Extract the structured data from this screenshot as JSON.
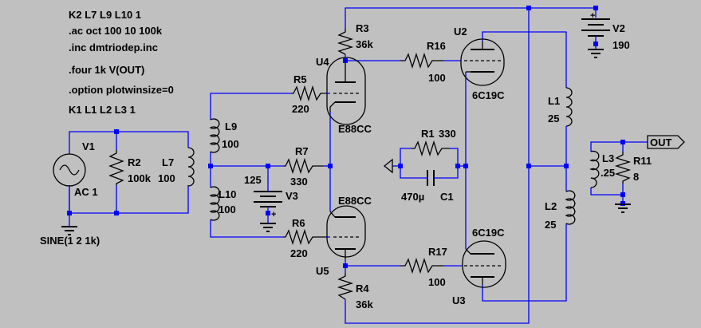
{
  "directives": {
    "k2": "K2 L7 L9 L10 1",
    "ac": ".ac oct 100 10 100k",
    "inc": ".inc dmtriodep.inc",
    "four": ".four 1k V(OUT)",
    "option": ".option plotwinsize=0",
    "k1": "K1 L1 L2 L3 1"
  },
  "components": {
    "v1": {
      "name": "V1",
      "value": "AC 1",
      "source": "SINE(1 2 1k)"
    },
    "r2": {
      "name": "R2",
      "value": "100k"
    },
    "l7": {
      "name": "L7",
      "value": "100"
    },
    "l9": {
      "name": "L9",
      "value": "100"
    },
    "l10": {
      "name": "L10",
      "value": "100"
    },
    "r5": {
      "name": "R5",
      "value": "220"
    },
    "r7": {
      "name": "R7",
      "value": "330"
    },
    "r6": {
      "name": "R6",
      "value": "220"
    },
    "v3": {
      "name": "V3",
      "value": "125"
    },
    "r3": {
      "name": "R3",
      "value": "36k"
    },
    "r4": {
      "name": "R4",
      "value": "36k"
    },
    "u4": {
      "name": "U4",
      "value": "E88CC"
    },
    "u5": {
      "name": "U5",
      "value": "E88CC"
    },
    "r16": {
      "name": "R16",
      "value": "100"
    },
    "r17": {
      "name": "R17",
      "value": "100"
    },
    "u2": {
      "name": "U2",
      "value": "6C19C"
    },
    "u3": {
      "name": "U3",
      "value": "6C19C"
    },
    "r1": {
      "name": "R1",
      "value": "330"
    },
    "c1": {
      "name": "C1",
      "value": "470µ"
    },
    "v2": {
      "name": "V2",
      "value": "190"
    },
    "l1": {
      "name": "L1",
      "value": "25"
    },
    "l2": {
      "name": "L2",
      "value": "25"
    },
    "l3": {
      "name": "L3",
      "value": ".25"
    },
    "r11": {
      "name": "R11",
      "value": "8"
    }
  },
  "net_labels": {
    "out": "OUT"
  },
  "colors": {
    "background": "#c0c0c0",
    "wire": "#0000ff",
    "symbol": "#000000"
  }
}
